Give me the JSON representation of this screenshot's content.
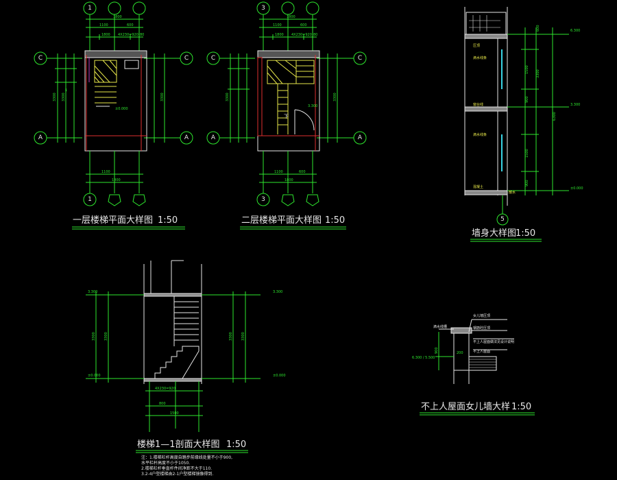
{
  "titles": {
    "plan1": "一层楼梯平面大样图",
    "plan2": "二层楼梯平面大样图",
    "wall": "墙身大样图",
    "section": "楼梯1—1剖面大样图",
    "parapet": "不上人屋面女儿墙大样",
    "scale": "1:50"
  },
  "axes": {
    "one": "1",
    "three": "3",
    "c": "C",
    "a": "A",
    "five": "5"
  },
  "plan1": {
    "top_total": "1800",
    "top_left": "1100",
    "top_right": "600",
    "top_sub": [
      "1800",
      "4X230=920",
      "80"
    ],
    "bottom_left": "1100",
    "bottom_total": "1800",
    "left_total": "3300",
    "left_sub": "3300",
    "right_total": "3300",
    "elevation": "±0.000",
    "section_mark": "1"
  },
  "plan2": {
    "top_total": "1800",
    "top_left": "1100",
    "top_right": "600",
    "top_sub": [
      "1800",
      "4X230=920",
      "80"
    ],
    "bottom_left": "1100",
    "bottom_right": "600",
    "bottom_total": "1800",
    "left_total": "3300",
    "right_total": "3300",
    "elevation": "3.300",
    "down_mark": "下"
  },
  "wall": {
    "elevations": [
      "6.300",
      "3.300",
      "±0.000"
    ],
    "labels": [
      "压顶",
      "滴水线条",
      "窗台线",
      "滴水线条",
      "混凝土",
      "散水"
    ],
    "dims": [
      "600",
      "1500",
      "3300",
      "900",
      "6300",
      "1500",
      "900"
    ]
  },
  "section": {
    "elevations_left": [
      "3.300",
      "±0.000"
    ],
    "elevations_right": [
      "3.300",
      "±0.000"
    ],
    "dims_left": [
      "3300",
      "3300"
    ],
    "dims_right": [
      "3300",
      "3300"
    ],
    "bottom_dims": [
      "4X230=920",
      "800",
      "1500"
    ]
  },
  "parapet": {
    "labels": [
      "女儿墙压顶",
      "钢筋砼压顶",
      "不上人屋面做法见设计说明",
      "不上人屋面",
      "滴水线槽"
    ],
    "elevation": "6.300 / 5.500",
    "dims": [
      "900",
      "200"
    ]
  },
  "notes": {
    "lines": [
      "注：1.楼梯栏杆高度自踏步前缘线处量不小于900,",
      "   水平栏杆高度不小于1050.",
      "   2.楼梯栏杆垂直杆件间净距不大于110.",
      "3.2-4户型楼梯由2-1户型楼梯镜像得到."
    ]
  }
}
